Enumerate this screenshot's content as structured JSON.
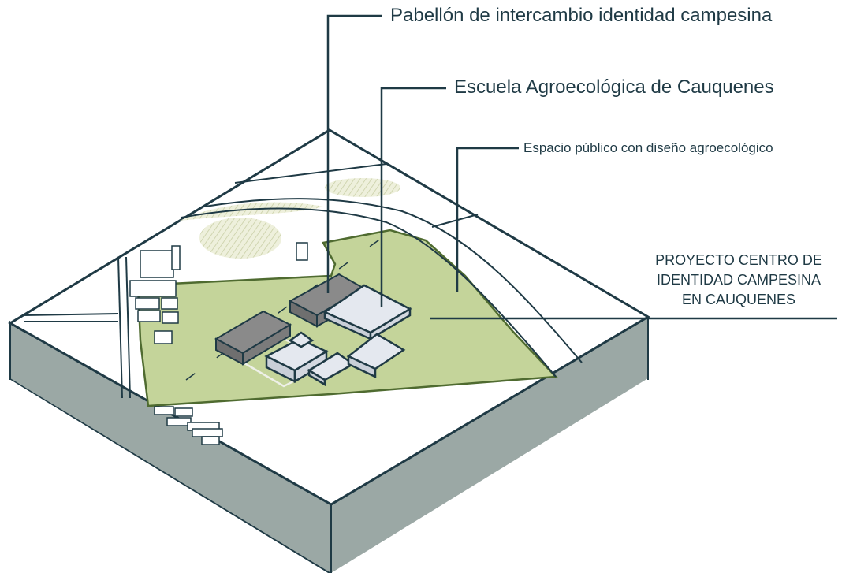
{
  "labels": {
    "pabellon": "Pabellón de intercambio identidad campesina",
    "escuela": "Escuela Agroecológica de Cauquenes",
    "espacio": "Espacio público con diseño agroecológico",
    "proyecto": [
      "PROYECTO CENTRO DE",
      "IDENTIDAD CAMPESINA",
      "EN CAUQUENES"
    ]
  },
  "colors": {
    "outline": "#1f3a45",
    "side": "#9ba8a5",
    "site": "#c4d49a",
    "site_border": "#4f6b30",
    "hatch": "#dfe3c4",
    "roof_dark": "#8a8a8a",
    "roof_light": "#e4e8ef"
  }
}
